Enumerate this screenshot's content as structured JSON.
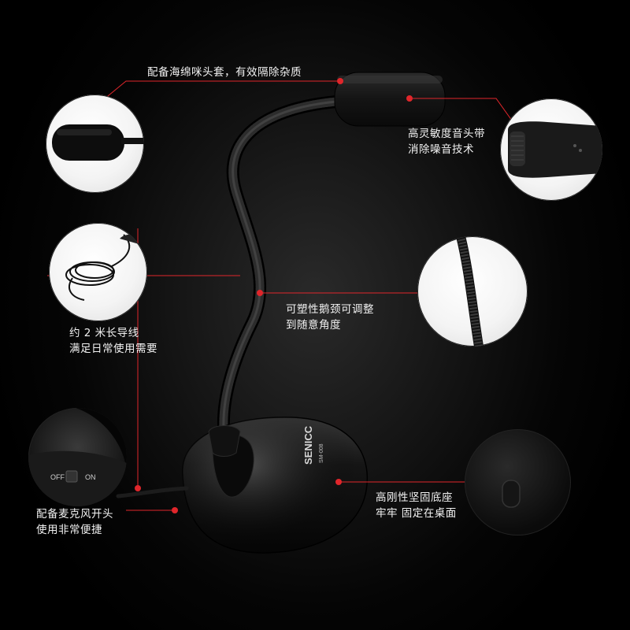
{
  "callouts": {
    "foam": {
      "text": "配备海绵咪头套，有效隔除杂质"
    },
    "sensitivity": {
      "line1": "高灵敏度音头带",
      "line2": "消除噪音技术"
    },
    "gooseneck": {
      "line1": "可塑性鹅颈可调整",
      "line2": "到随意角度"
    },
    "cable": {
      "line1": "约 2 米长导线",
      "line2": "满足日常使用需要"
    },
    "switch": {
      "line1": "配备麦克风开头",
      "line2": "使用非常便捷"
    },
    "base": {
      "line1": "高刚性坚固底座",
      "line2": "牢牢  固定在桌面"
    }
  },
  "product": {
    "brand": "SENICC",
    "model": "SM-008"
  },
  "switch_detail": {
    "off_label": "OFF",
    "on_label": "ON"
  },
  "colors": {
    "accent": "#e0262b",
    "background": "#000000",
    "text": "#f2f2f2"
  },
  "icons": [
    "microphone-foam-icon",
    "microphone-head-icon",
    "gooseneck-icon",
    "cable-icon",
    "switch-icon",
    "base-pad-icon"
  ]
}
